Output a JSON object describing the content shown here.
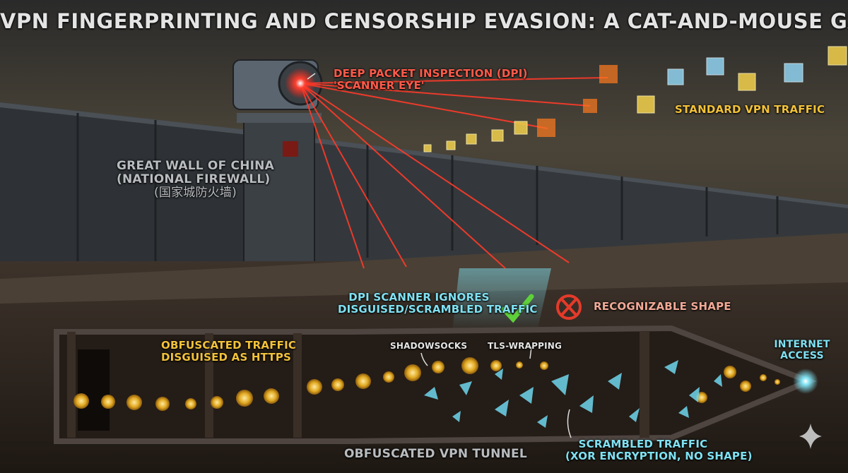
{
  "title": "VPN FINGERPRINTING AND CENSORSHIP EVASION: A CAT-AND-MOUSE GAME",
  "labels": {
    "dpi_line1": "DEEP PACKET INSPECTION (DPI)",
    "dpi_line2": "'SCANNER EYE'",
    "standard_traffic": "STANDARD VPN TRAFFIC",
    "wall_line1": "GREAT WALL OF CHINA",
    "wall_line2": "(NATIONAL FIREWALL)",
    "wall_line3": "(国家城防火墙)",
    "ignores_line1": "DPI SCANNER IGNORES",
    "ignores_line2": "DISGUISED/SCRAMBLED TRAFFIC",
    "recognizable": "RECOGNIZABLE SHAPE",
    "obfuscated_line1": "OBFUSCATED TRAFFIC",
    "obfuscated_line2": "DISGUISED AS HTTPS",
    "shadowsocks": "SHADOWSOCKS",
    "tls": "TLS-WRAPPING",
    "internet_line1": "INTERNET",
    "internet_line2": "ACCESS",
    "tunnel": "OBFUSCATED VPN TUNNEL",
    "scrambled_line1": "SCRAMBLED TRAFFIC",
    "scrambled_line2": "(XOR ENCRYPTION, NO SHAPE)"
  },
  "icons": [
    "scanner-eye-icon",
    "check-icon",
    "cross-circle-icon",
    "sparkle-icon"
  ],
  "colors": {
    "laser": "#ff3a2a",
    "gold": "#f2c23a",
    "cyan": "#5fd6ee",
    "check": "#5ed13a",
    "cross": "#e53a2a"
  }
}
